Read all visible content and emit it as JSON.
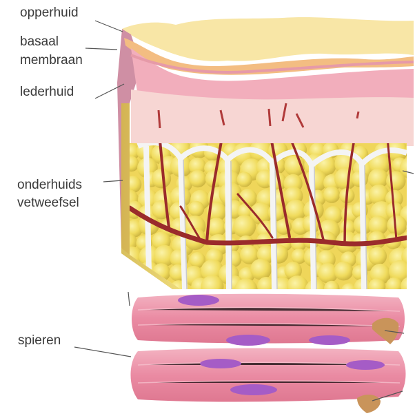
{
  "labels": {
    "opperhuid": "opperhuid",
    "basaal": "basaal",
    "membraan": "membraan",
    "lederhuid": "lederhuid",
    "onderhuids": "onderhuids",
    "vetweefsel": "vetweefsel",
    "spieren": "spieren"
  },
  "colors": {
    "epidermis": "#f8e6a6",
    "basal_membrane": "#e9a6b6",
    "dermis": "#f6c9c9",
    "fat": "#f2dd58",
    "septa": "#eeeeee",
    "vessel": "#9a2b2b",
    "muscle": "#ec8aa2",
    "nucleus": "#a55cc6",
    "tendon": "#c9945a"
  }
}
